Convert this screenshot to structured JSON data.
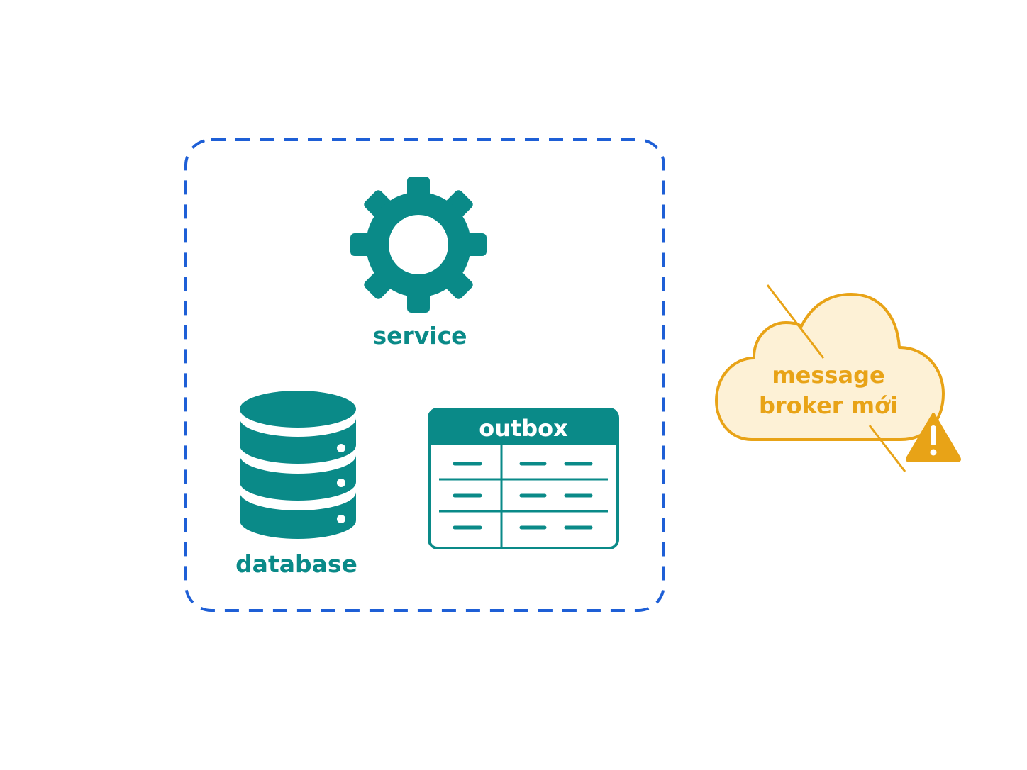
{
  "labels": {
    "service": "service",
    "database": "database",
    "outbox": "outbox",
    "broker_line1": "message",
    "broker_line2": "broker mới"
  },
  "icons": {
    "service": "gear-icon",
    "database": "database-icon",
    "outbox": "table-icon",
    "broker": "cloud-icon",
    "warning": "warning-icon"
  },
  "colors": {
    "boundary": "#1e5fd6",
    "teal": "#0a8a88",
    "amber": "#e8a317",
    "cloud_fill": "#fdf1d6",
    "background": "#ffffff"
  }
}
